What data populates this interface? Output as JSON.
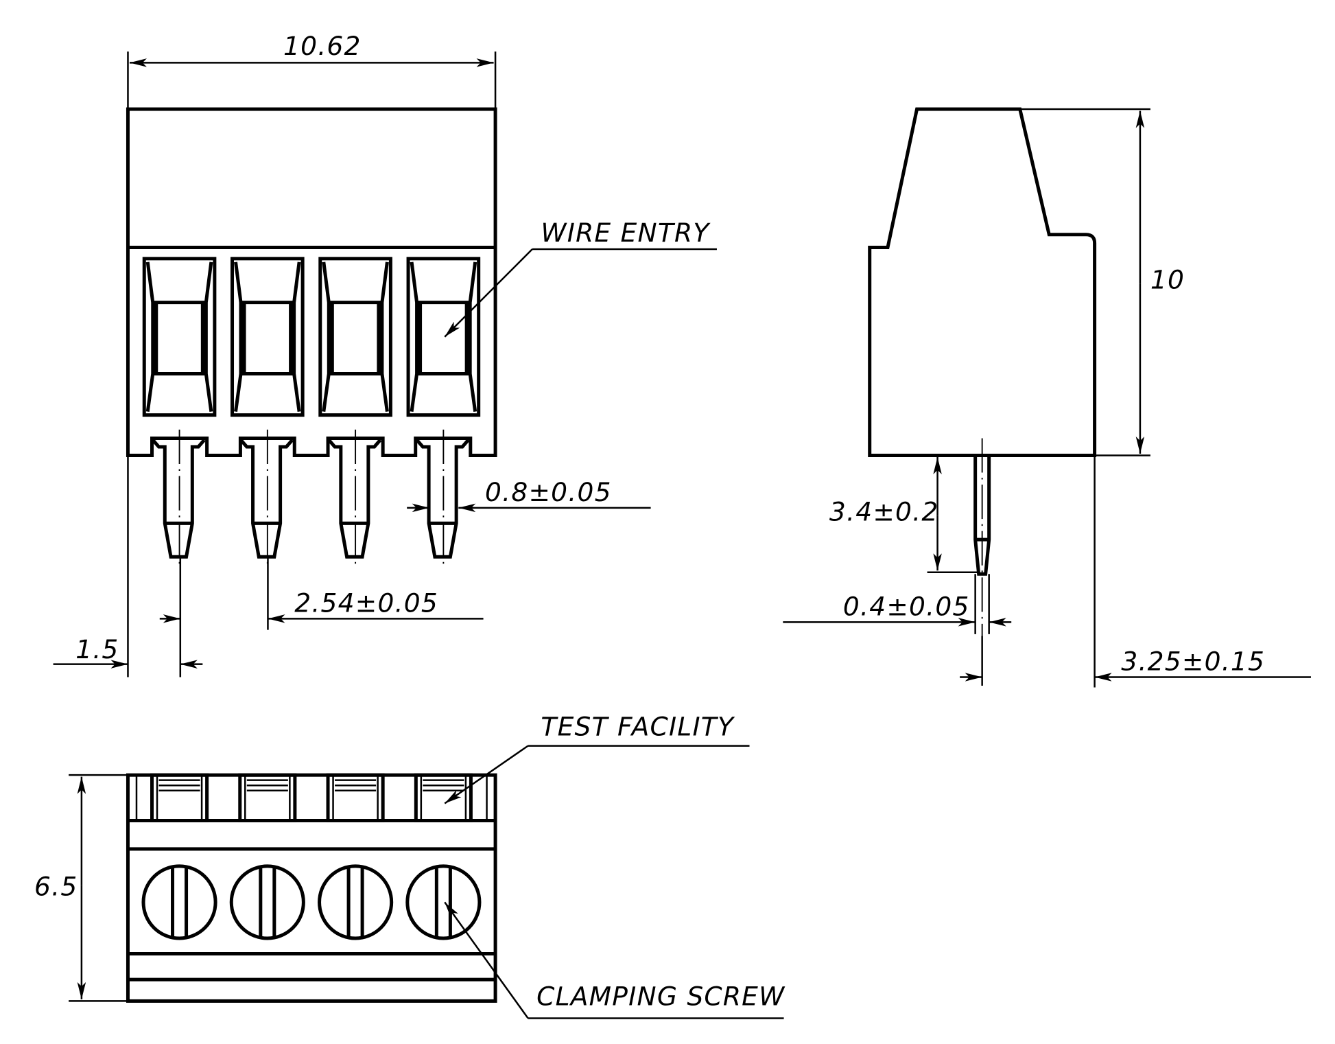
{
  "title": "4-pole pluggable terminal block dimension drawing",
  "dimensions": {
    "overall_width": "10.62",
    "height": "10",
    "depth": "6.5",
    "pin_width": "0.8±0.05",
    "pin_pitch": "2.54±0.05",
    "edge_to_pin": "1.5",
    "pin_length": "3.4±0.2",
    "pin_thickness": "0.4±0.05",
    "pin_offset": "3.25±0.15"
  },
  "callouts": {
    "wire_entry": "WIRE ENTRY",
    "test_facility": "TEST FACILITY",
    "clamping_screw": "CLAMPING SCREW"
  },
  "pole_count": 4
}
